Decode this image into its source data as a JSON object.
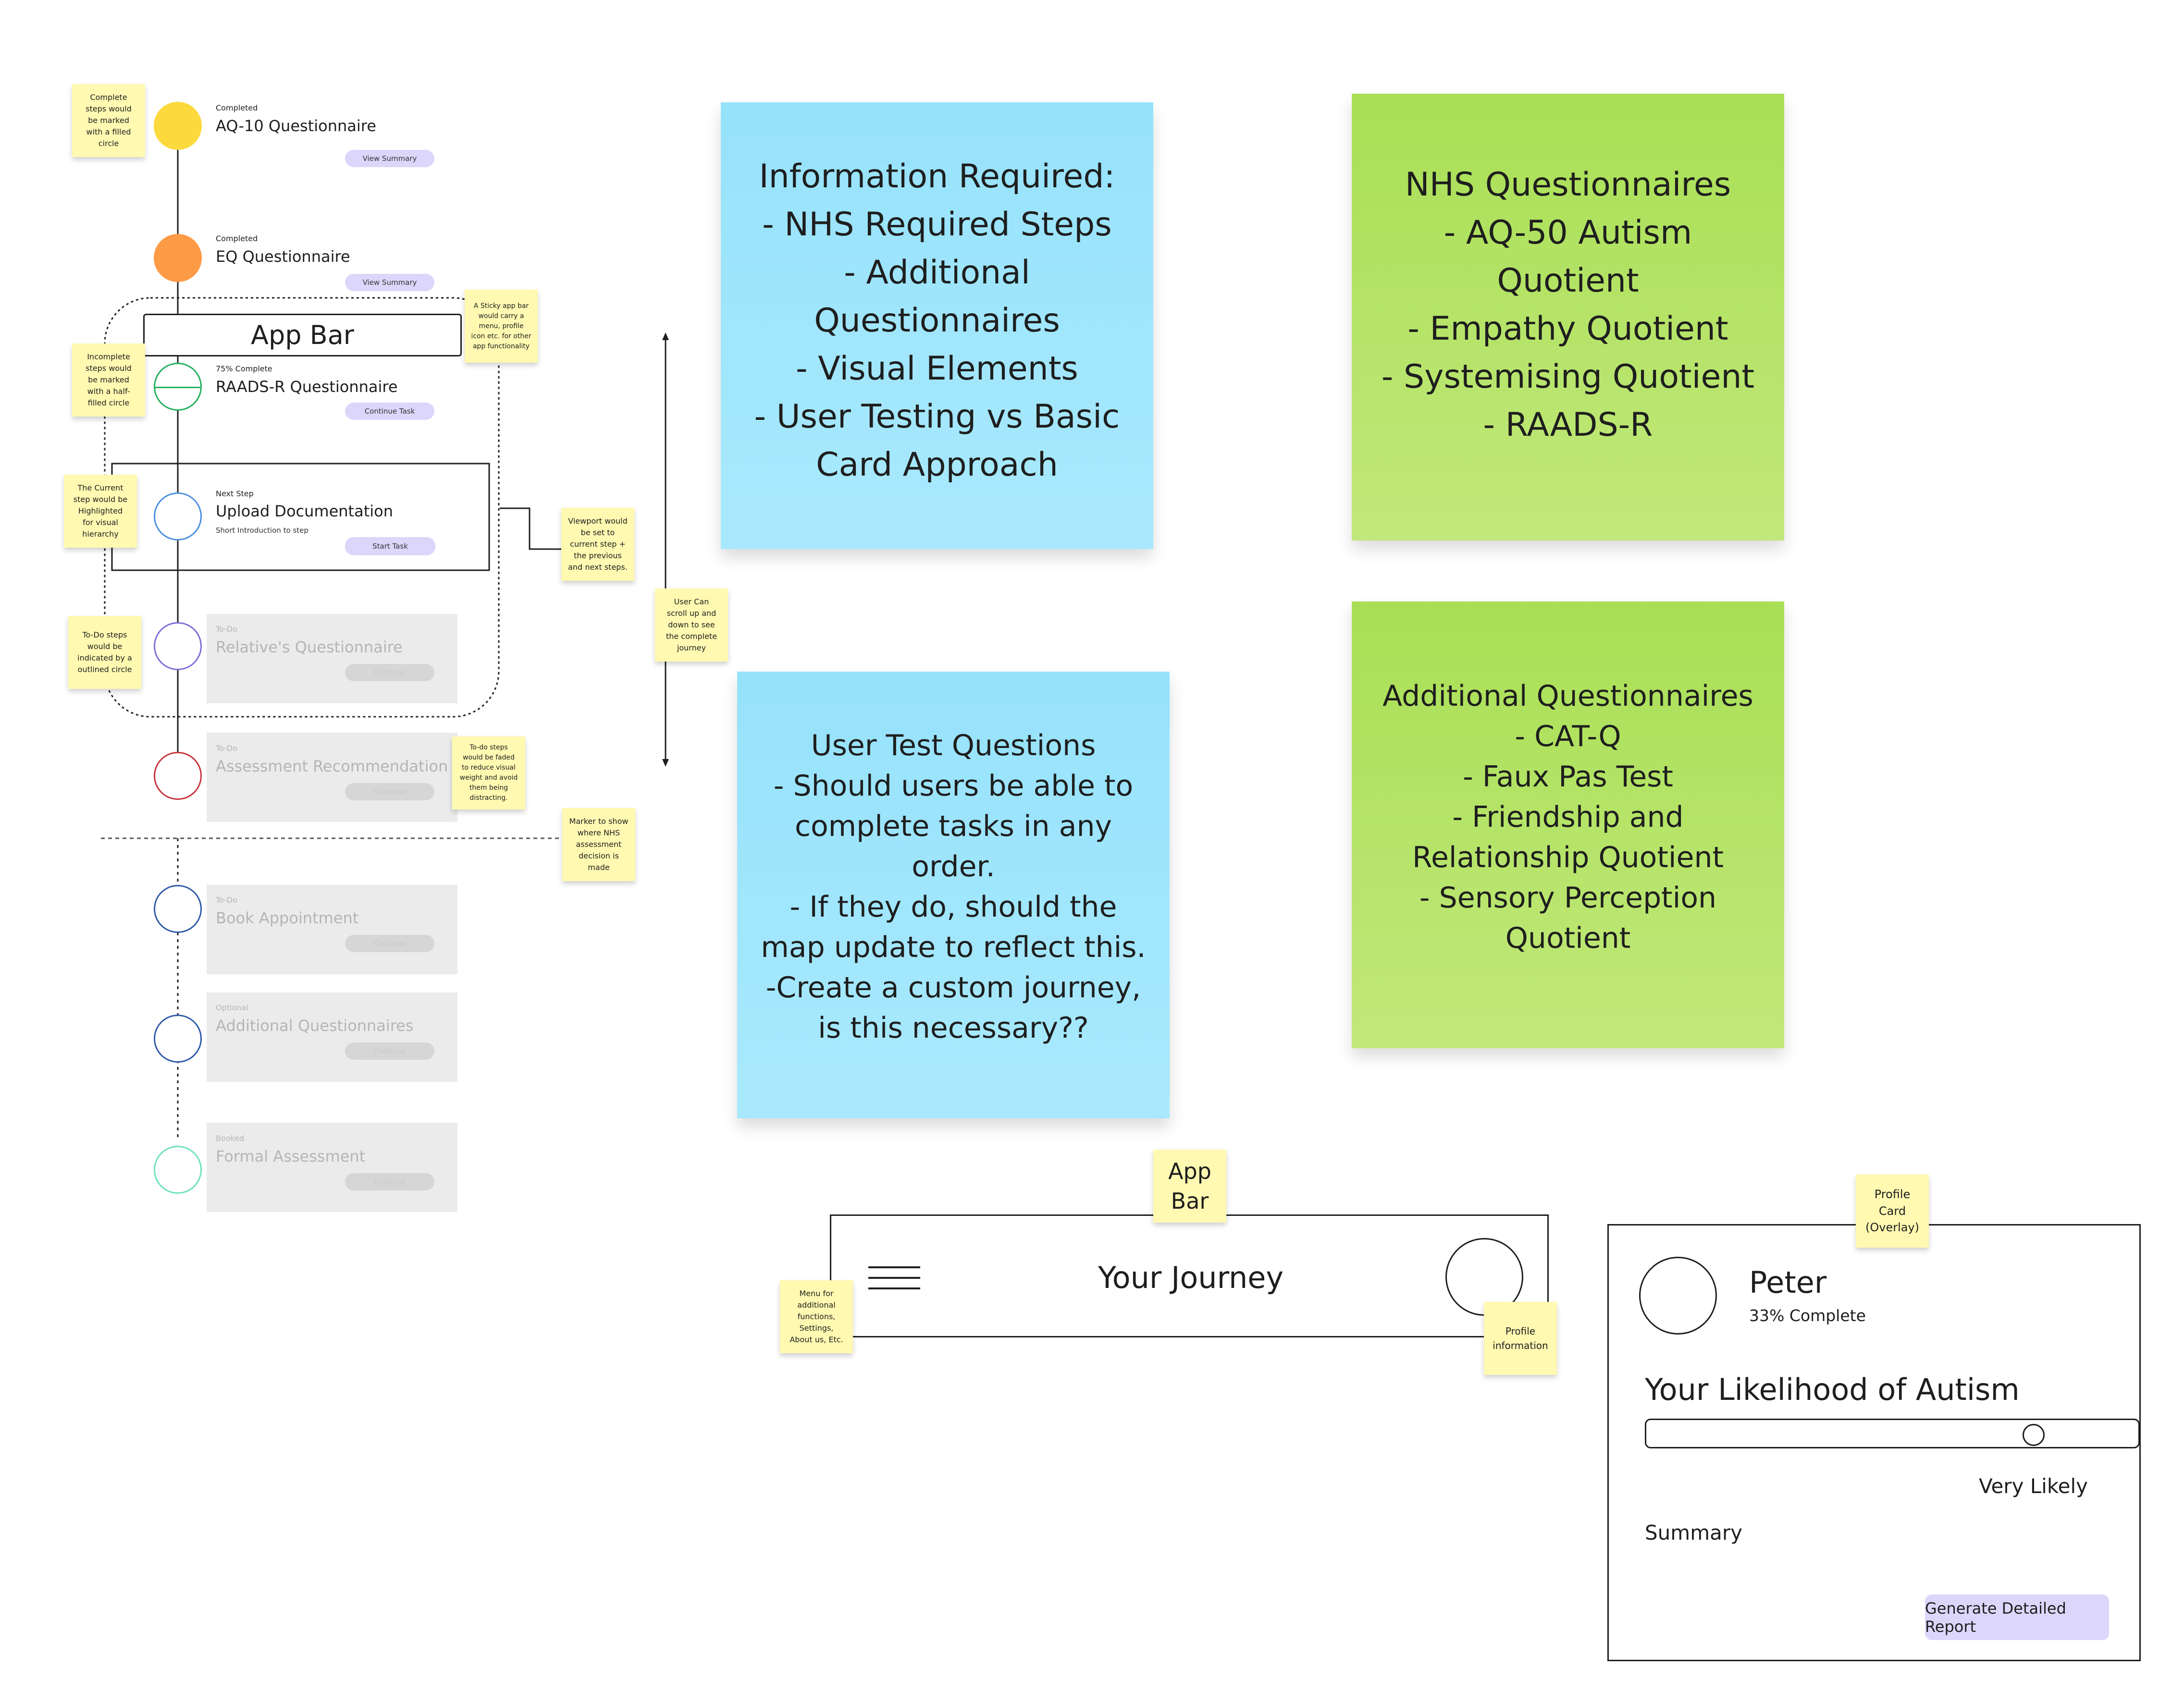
{
  "colors": {
    "sticky_yellow": "#fff9b1",
    "sticky_blue": "#a0e6fb",
    "sticky_green": "#b3e265",
    "pill_purple": "#dcd6fb",
    "circle_yellow": "#fcd93d",
    "circle_orange": "#fd9a45"
  },
  "steps": [
    {
      "status": "Completed",
      "title": "AQ-10 Questionnaire",
      "button": "View Summary",
      "marker": "filled-yellow"
    },
    {
      "status": "Completed",
      "title": "EQ Questionnaire",
      "button": "View Summary",
      "marker": "filled-orange"
    },
    {
      "status": "75% Complete",
      "title": "RAADS-R Questionnaire",
      "button": "Continue Task",
      "marker": "half-filled-green"
    },
    {
      "status": "Next Step",
      "title": "Upload Documentation",
      "subtitle": "Short Introduction to step",
      "button": "Start Task",
      "marker": "outlined-blue"
    },
    {
      "status": "To-Do",
      "title": "Relative's Questionnaire",
      "button": "Continue",
      "marker": "outlined-purple"
    },
    {
      "status": "To-Do",
      "title": "Assessment Recommendation",
      "button": "Continue",
      "marker": "outlined-red"
    },
    {
      "status": "To-Do",
      "title": "Book Appointment",
      "button": "Continue",
      "marker": "outlined-navy"
    },
    {
      "status": "Optional",
      "title": "Additional Questionnaires",
      "button": "Continue",
      "marker": "outlined-navy"
    },
    {
      "status": "Booked",
      "title": "Formal Assessment",
      "button": "Continue",
      "marker": "outlined-mint"
    }
  ],
  "app_bar_label": "App Bar",
  "annotations": {
    "complete_steps": "Complete\nsteps would\nbe marked\nwith a filled\ncircle",
    "incomplete_steps": "Incomplete\nsteps would\nbe marked\nwith a half-\nfilled circle",
    "current_step": "The Current\nstep would be\nHighlighted\nfor visual\nhierarchy",
    "todo_steps": "To-Do steps\nwould be\nindicated by a\noutlined circle",
    "sticky_app_bar": "A Sticky app bar\nwould carry a\nmenu, profile\nicon etc. for other\napp functionality",
    "viewport": "Viewport would\nbe set to\ncurrent step +\nthe previous\nand next steps.",
    "todo_faded": "To-do steps\nwould be faded\nto reduce visual\nweight and avoid\nthem being\ndistracting.",
    "marker_nhs": "Marker to show\nwhere NHS\nassessment\ndecision is\nmade",
    "user_scroll": "User Can\nscroll up and\ndown to see\nthe complete\njourney",
    "app_bar_title": "App\nBar",
    "menu": "Menu for\nadditional\nfunctions,\nSettings,\nAbout us, Etc.",
    "profile_info": "Profile\ninformation",
    "profile_card": "Profile\nCard\n(Overlay)"
  },
  "info_required": {
    "lines": [
      "Information Required:",
      "- NHS Required Steps",
      "- Additional",
      "Questionnaires",
      "- Visual Elements",
      "- User Testing vs Basic",
      "Card Approach"
    ]
  },
  "user_test": {
    "lines": [
      "User Test Questions",
      "- Should users be able to",
      "complete tasks in any",
      "order.",
      "- If they do, should the",
      "map update to reflect this.",
      "-Create a custom journey,",
      "is this necessary??"
    ]
  },
  "nhs_questionnaires": {
    "lines": [
      "NHS Questionnaires",
      "- AQ-50 Autism",
      "Quotient",
      "- Empathy Quotient",
      "- Systemising Quotient",
      "- RAADS-R"
    ]
  },
  "additional_questionnaires": {
    "lines": [
      "Additional Questionnaires",
      "- CAT-Q",
      "- Faux Pas Test",
      "- Friendship and",
      "Relationship Quotient",
      "- Sensory Perception",
      "Quotient"
    ]
  },
  "app_bar_mock": {
    "title": "Your Journey",
    "menu_icon": "hamburger-menu-icon",
    "profile_icon": "profile-avatar-icon"
  },
  "profile_card": {
    "name": "Peter",
    "progress_text": "33% Complete",
    "likelihood_heading": "Your Likelihood of Autism",
    "slider_value": 0.79,
    "slider_label": "Very Likely",
    "summary_label": "Summary",
    "report_button": "Generate Detailed Report"
  }
}
